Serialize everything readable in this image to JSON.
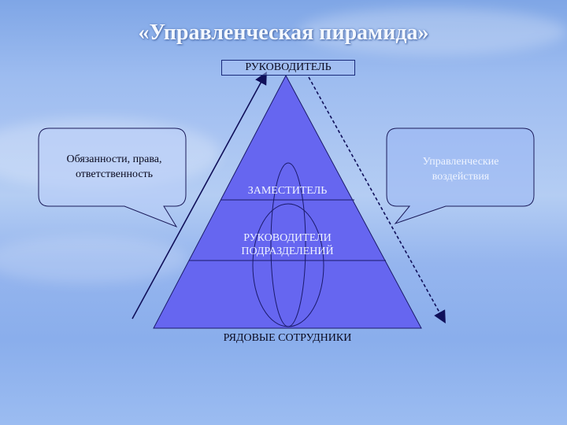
{
  "slide": {
    "title": "«Управленческая пирамида»",
    "top_box": "РУКОВОДИТЕЛЬ",
    "levels": [
      {
        "id": "deputy",
        "label": "ЗАМЕСТИТЕЛЬ"
      },
      {
        "id": "department-heads",
        "label_line1": "РУКОВОДИТЕЛИ",
        "label_line2": "ПОДРАЗДЕЛЕНИЙ"
      },
      {
        "id": "employees",
        "label": "РЯДОВЫЕ СОТРУДНИКИ"
      }
    ],
    "callouts": {
      "left": {
        "line1": "Обязанности, права,",
        "line2": "ответственность"
      },
      "right": {
        "line1": "Управленческие",
        "line2": "воздействия"
      }
    },
    "arrows": {
      "left": {
        "style": "solid",
        "direction": "up"
      },
      "right": {
        "style": "dashed",
        "direction": "down"
      }
    }
  },
  "colors": {
    "pyramid_fill": "#6666f0",
    "outline": "#1a1a6a",
    "background": "#9dbcf0"
  }
}
